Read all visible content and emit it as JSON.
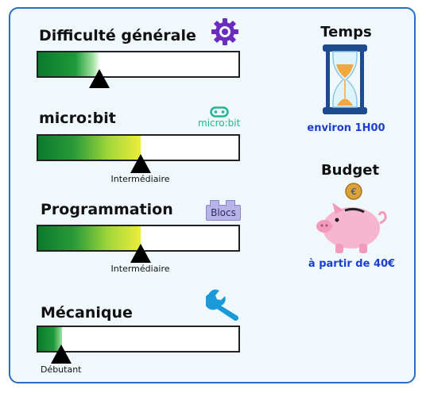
{
  "difficulte": {
    "title": "Difficulté générale",
    "level_fraction": 0.31,
    "icon": "gear-icon",
    "color": "#6a2bbf"
  },
  "microbit": {
    "title": "micro:bit",
    "logo_text": "micro:bit",
    "level_label": "Intermédiaire",
    "level_fraction": 0.51,
    "icon": "microbit-logo"
  },
  "programmation": {
    "title": "Programmation",
    "badge": "Blocs",
    "level_label": "Intermédiaire",
    "level_fraction": 0.51
  },
  "mecanique": {
    "title": "Mécanique",
    "level_label": "Débutant",
    "level_fraction": 0.12,
    "icon": "wrench-icon"
  },
  "temps": {
    "title": "Temps",
    "value": "environ 1H00",
    "icon": "hourglass-icon"
  },
  "budget": {
    "title": "Budget",
    "value": "à partir de 40€",
    "icon": "piggy-bank-icon"
  },
  "colors": {
    "border": "#2a6fc0",
    "card_bg": "#f1f8fc",
    "value_blue": "#1a3fd0",
    "green_dark": "#0c7a2c",
    "yellow": "#e8e83a"
  }
}
